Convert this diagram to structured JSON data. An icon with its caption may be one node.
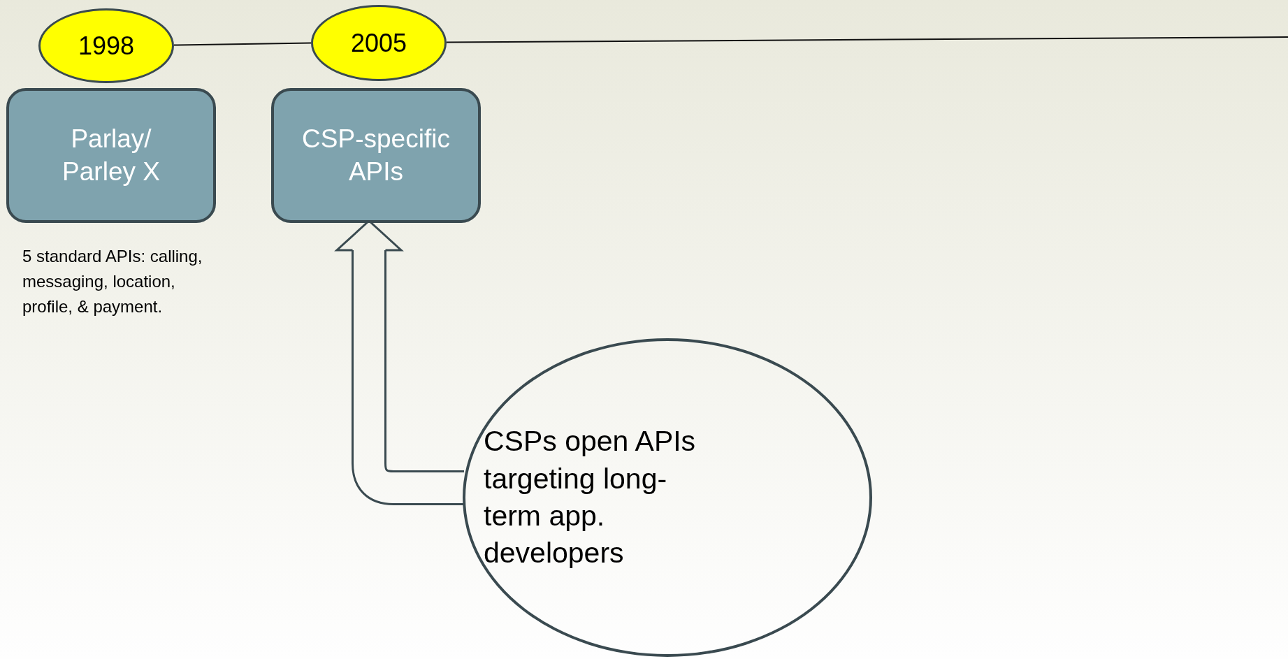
{
  "diagram": {
    "nodes": [
      {
        "text": [
          "1998"
        ]
      },
      {
        "text": [
          "2005"
        ]
      },
      {
        "text": [
          "Parlay/ Parley X"
        ],
        "beside": [
          "5 standard APIs: calling, messaging, location, profile, & payment."
        ]
      },
      {
        "text": [
          "CSP-specific APIs"
        ]
      },
      {
        "text": [
          "CSPs open APIs targeting long-term app. developers"
        ]
      }
    ],
    "edges": [
      {
        "from": 0,
        "to": 1,
        "arrow": "none"
      },
      {
        "from": 1,
        "to": null,
        "arrow": "none"
      },
      {
        "from": 4,
        "to": 3,
        "arrow": "to",
        "style": "thick"
      }
    ]
  }
}
